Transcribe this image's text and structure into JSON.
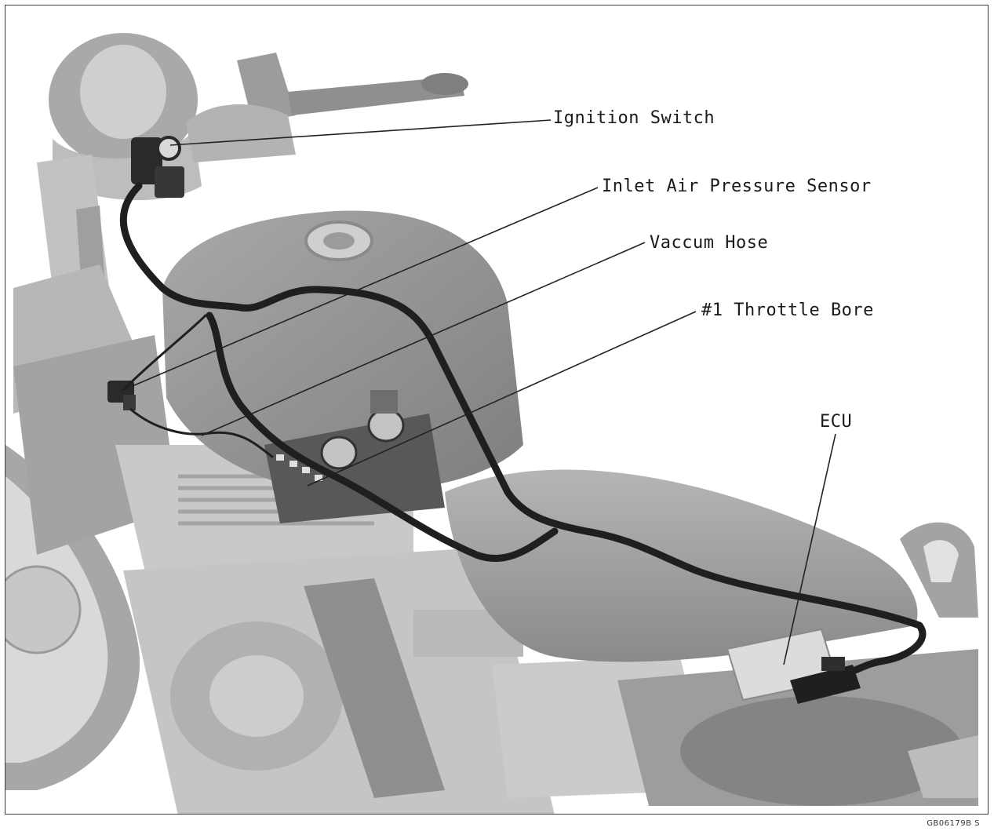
{
  "diagram": {
    "callouts": {
      "ignition_switch": "Ignition Switch",
      "inlet_air_pressure_sensor": "Inlet Air Pressure Sensor",
      "vacuum_hose": "Vaccum Hose",
      "throttle_bore": "#1 Throttle Bore",
      "ecu": "ECU"
    },
    "figure_code": "GB06179B  S"
  },
  "colors": {
    "body_light": "#d4d4d4",
    "body_mid": "#b9b9b9",
    "body_dark": "#8e8e8e",
    "harness": "#1f1f1f",
    "leader": "#222222"
  }
}
